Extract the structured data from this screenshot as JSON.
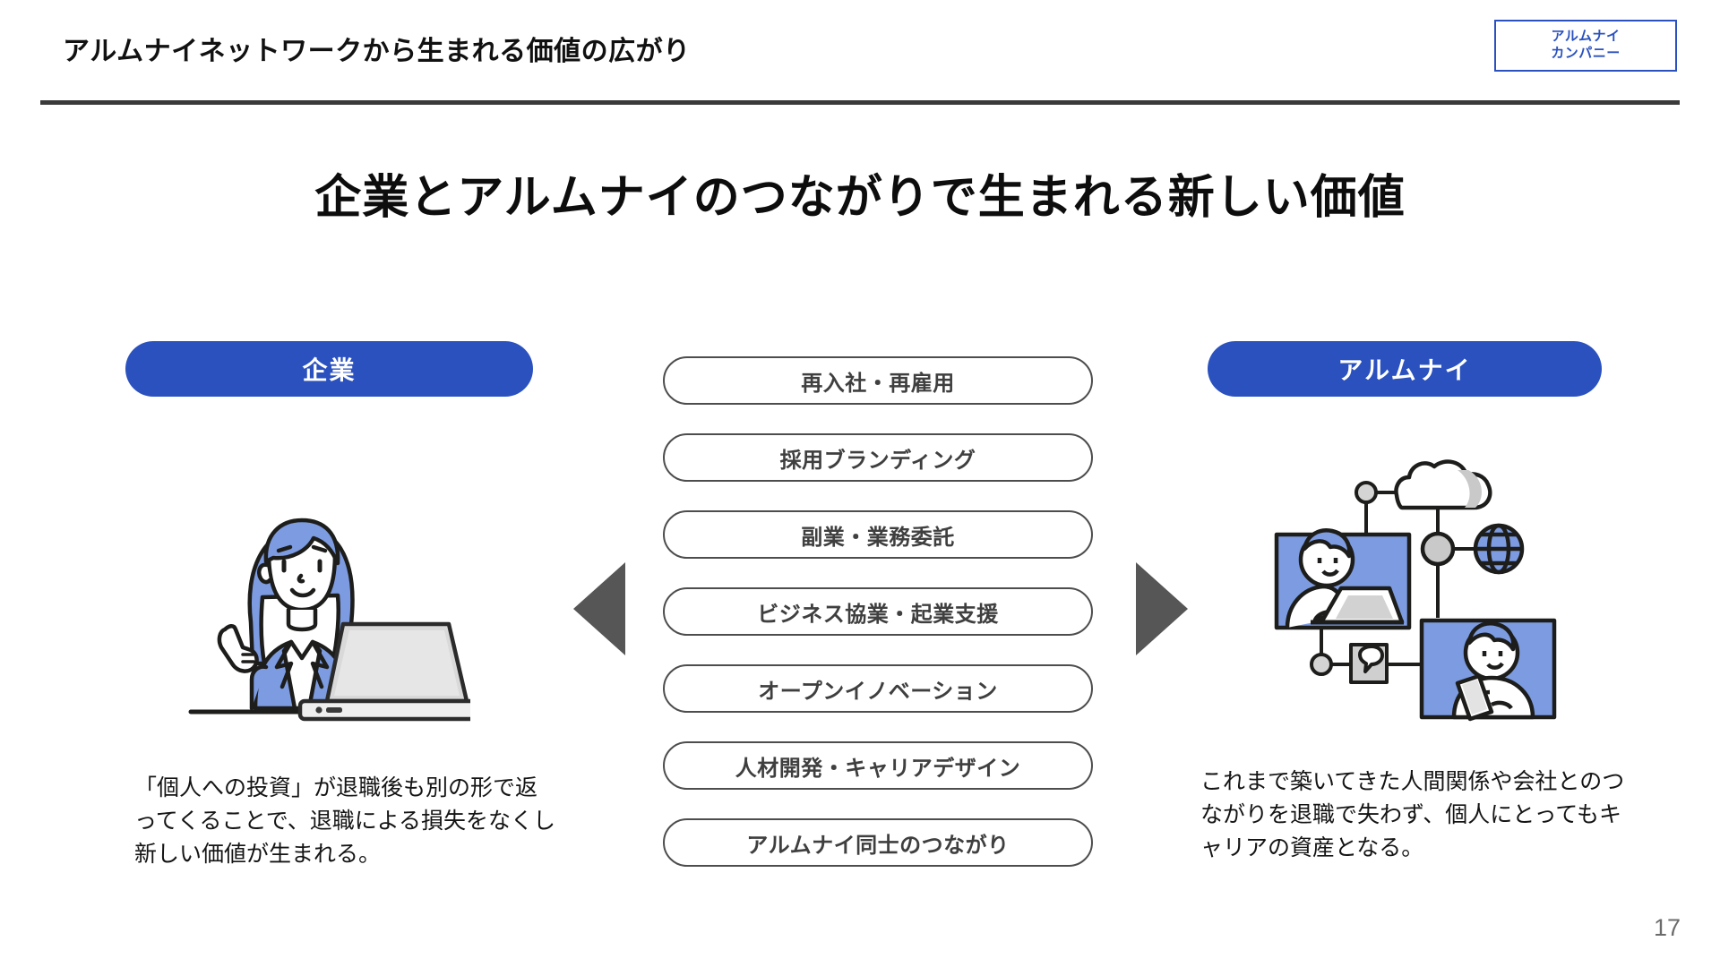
{
  "header": {
    "title": "アルムナイネットワークから生まれる価値の広がり",
    "logo": {
      "line1": "アルムナイ",
      "line2": "カンパニー",
      "color": "#2A51BE"
    }
  },
  "main": {
    "title": "企業とアルムナイのつながりで生まれる新しい価値"
  },
  "left_column": {
    "badge_label": "企業",
    "description": "「個人への投資」が退職後も別の形で返ってくることで、退職による損失をなくし新しい価値が生まれる。",
    "illustration_name": "businesswoman-with-laptop"
  },
  "right_column": {
    "badge_label": "アルムナイ",
    "description": "これまで築いてきた人間関係や会社とのつながりを退職で失わず、個人にとってもキャリアの資産となる。",
    "illustration_name": "network-of-people"
  },
  "center": {
    "items": [
      {
        "label": "再入社・再雇用"
      },
      {
        "label": "採用ブランディング"
      },
      {
        "label": "副業・業務委託"
      },
      {
        "label": "ビジネス協業・起業支援"
      },
      {
        "label": "オープンイノベーション"
      },
      {
        "label": "人材開発・キャリアデザイン"
      },
      {
        "label": "アルムナイ同士のつながり"
      }
    ],
    "arrow_left_name": "arrow-left-to-company",
    "arrow_right_name": "arrow-right-to-alumni"
  },
  "footer": {
    "page_number": "17"
  },
  "colors": {
    "accent_blue": "#2A51BE",
    "illustration_blue": "#7C9BE0",
    "arrow_gray": "#565656",
    "pill_border": "#4d4d4d",
    "rule_gray": "#3a3a3a"
  }
}
